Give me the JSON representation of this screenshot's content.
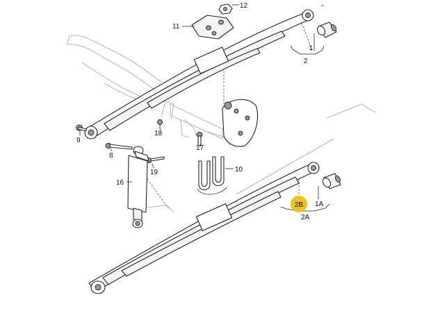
{
  "highlight_color": "#f2c21b",
  "labels": {
    "l12": "12",
    "l11": "11",
    "l2": "2",
    "l1": "1",
    "l9": "9",
    "l8": "8",
    "l18": "18",
    "l17": "17",
    "l10": "10",
    "l16": "16",
    "l19": "19",
    "l2b": "2B",
    "l1a": "1A",
    "l2a": "2A"
  }
}
